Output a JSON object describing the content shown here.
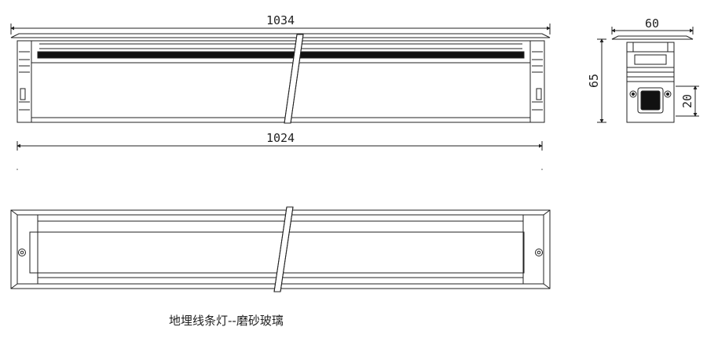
{
  "dimensions": {
    "top_length": "1034",
    "bottom_length": "1024",
    "side_width": "60",
    "side_height": "65",
    "side_detail": "20"
  },
  "caption": "地埋线条灯--磨砂玻璃",
  "colors": {
    "line": "#222222",
    "fill_dark": "#111111",
    "background": "#ffffff"
  }
}
